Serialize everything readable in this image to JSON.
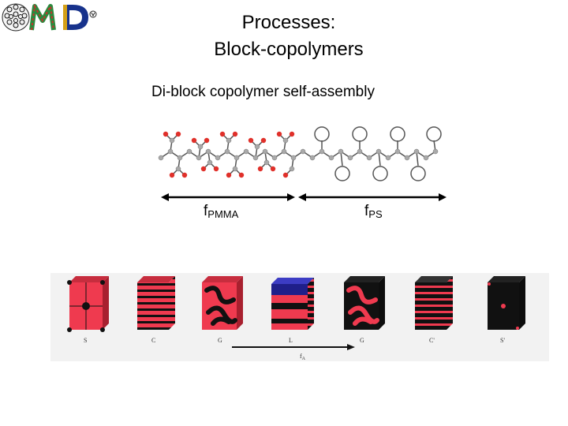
{
  "logo": {
    "text": "OMD"
  },
  "title": {
    "line1": "Processes:",
    "line2": "Block-copolymers"
  },
  "subtitle": "Di-block copolymer self-assembly",
  "labels": {
    "f_pmma_main": "f",
    "f_pmma_sub": "PMMA",
    "f_ps_main": "f",
    "f_ps_sub": "PS"
  },
  "phase_diagram": {
    "phases": [
      "S",
      "C",
      "G",
      "L",
      "G",
      "C'",
      "S'"
    ],
    "axis_label_main": "f",
    "axis_label_sub": "A"
  },
  "colors": {
    "red": "#ef3a4f",
    "black": "#111111",
    "blue": "#1f1f8a",
    "atom_grey": "#9a9a9a",
    "oxygen": "#e0302a"
  }
}
